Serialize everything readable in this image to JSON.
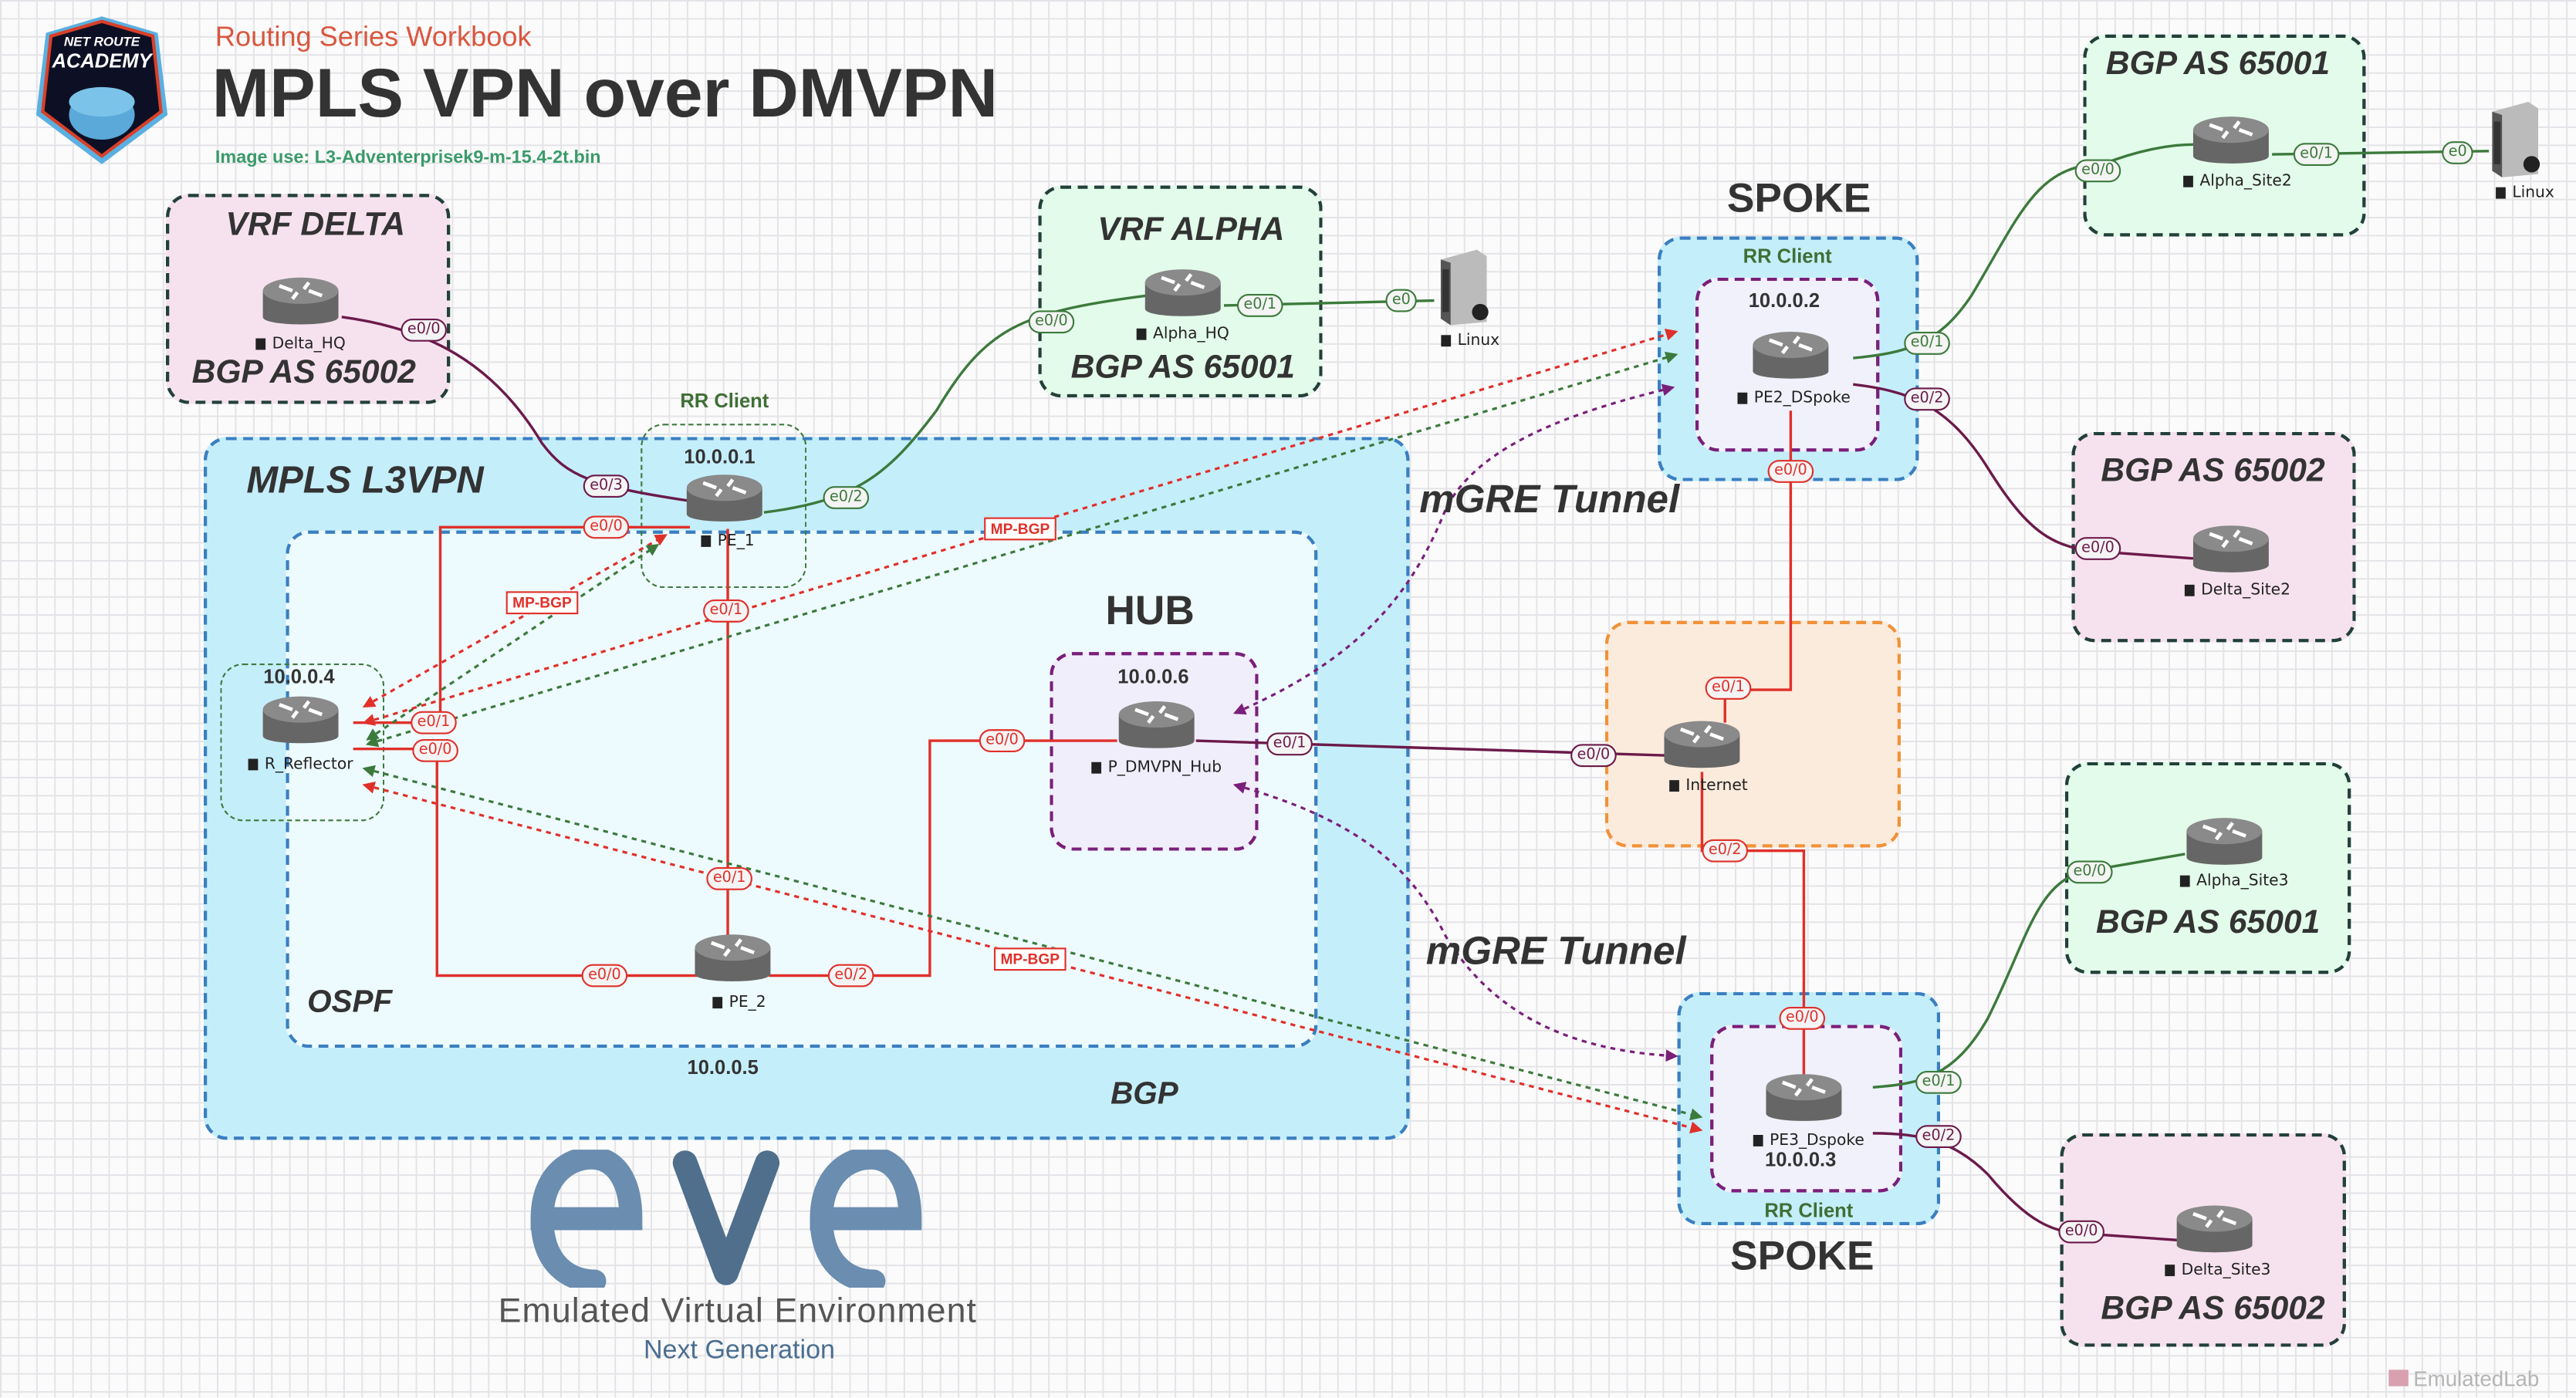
{
  "header": {
    "subtitle": "Routing Series Workbook",
    "title": "MPLS VPN over DMVPN",
    "image_use": "Image use: L3-Adventerprisek9-m-15.4-2t.bin",
    "logo_text": "NET ROUTE ACADEMY"
  },
  "colors": {
    "red": "#e0302a",
    "green": "#3c7a3c",
    "purple": "#6b1a4a",
    "mpls": "#c5eefb",
    "ospf": "#eefbfe",
    "internet": "#fbebdc"
  },
  "groups": {
    "vrf_delta": {
      "title": "VRF DELTA",
      "as": "BGP AS 65002"
    },
    "vrf_alpha": {
      "title": "VRF ALPHA",
      "as": "BGP AS 65001"
    },
    "mpls": {
      "title": "MPLS L3VPN",
      "bgp": "BGP",
      "ospf": "OSPF"
    },
    "hub": {
      "title": "HUB"
    },
    "spoke_top": {
      "title": "SPOKE",
      "rr": "RR Client"
    },
    "spoke_bottom": {
      "title": "SPOKE",
      "rr": "RR Client"
    },
    "site2_alpha": {
      "as": "BGP AS 65001"
    },
    "site2_delta": {
      "as": "BGP AS 65002"
    },
    "site3_alpha": {
      "as": "BGP AS 65001"
    },
    "site3_delta": {
      "as": "BGP AS 65002"
    },
    "pe1_rr": "RR Client"
  },
  "nodes": {
    "delta_hq": "Delta_HQ",
    "alpha_hq": "Alpha_HQ",
    "linux1": "Linux",
    "pe1": "PE_1",
    "pe1_ip": "10.0.0.1",
    "rr": "R_Reflector",
    "rr_ip": "10.0.0.4",
    "pe2": "PE_2",
    "pe2_ip": "10.0.0.5",
    "hub": "P_DMVPN_Hub",
    "hub_ip": "10.0.0.6",
    "pe2_dspoke": "PE2_DSpoke",
    "pe2_dspoke_ip": "10.0.0.2",
    "internet": "Internet",
    "pe3_dspoke": "PE3_Dspoke",
    "pe3_dspoke_ip": "10.0.0.3",
    "alpha_site2": "Alpha_Site2",
    "linux2": "Linux",
    "delta_site2": "Delta_Site2",
    "alpha_site3": "Alpha_Site3",
    "delta_site3": "Delta_Site3"
  },
  "tunnels": [
    "mGRE Tunnel",
    "mGRE Tunnel"
  ],
  "mpbgp": [
    "MP-BGP",
    "MP-BGP",
    "MP-BGP"
  ],
  "ports": [
    {
      "label": "e0/0",
      "color": "purple"
    },
    {
      "label": "e0/3",
      "color": "purple"
    },
    {
      "label": "e0/0",
      "color": "red"
    },
    {
      "label": "e0/2",
      "color": "green"
    },
    {
      "label": "e0/1",
      "color": "red"
    },
    {
      "label": "e0/0",
      "color": "green"
    },
    {
      "label": "e0/1",
      "color": "green"
    },
    {
      "label": "e0",
      "color": "green"
    },
    {
      "label": "e0/1",
      "color": "red"
    },
    {
      "label": "e0/0",
      "color": "red"
    },
    {
      "label": "e0/0",
      "color": "red"
    },
    {
      "label": "e0/1",
      "color": "purple"
    },
    {
      "label": "e0/1",
      "color": "red"
    },
    {
      "label": "e0/0",
      "color": "red"
    },
    {
      "label": "e0/2",
      "color": "red"
    },
    {
      "label": "e0/0",
      "color": "purple"
    },
    {
      "label": "e0/1",
      "color": "red"
    },
    {
      "label": "e0/2",
      "color": "red"
    },
    {
      "label": "e0/0",
      "color": "red"
    },
    {
      "label": "e0/1",
      "color": "green"
    },
    {
      "label": "e0/2",
      "color": "purple"
    },
    {
      "label": "e0/0",
      "color": "green"
    },
    {
      "label": "e0/1",
      "color": "green"
    },
    {
      "label": "e0",
      "color": "green"
    },
    {
      "label": "e0/0",
      "color": "purple"
    },
    {
      "label": "e0/0",
      "color": "red"
    },
    {
      "label": "e0/1",
      "color": "green"
    },
    {
      "label": "e0/2",
      "color": "purple"
    },
    {
      "label": "e0/0",
      "color": "green"
    },
    {
      "label": "e0/0",
      "color": "purple"
    }
  ],
  "eve": {
    "logo": "eve",
    "line1": "Emulated Virtual Environment",
    "line2": "Next Generation"
  },
  "watermark": "EmulatedLab"
}
